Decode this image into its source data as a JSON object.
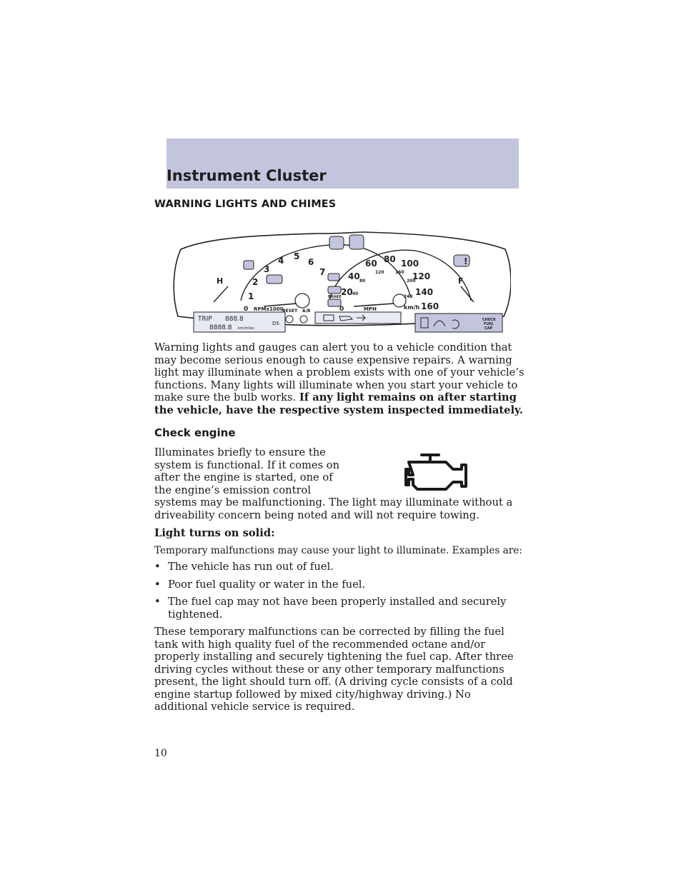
{
  "header": {
    "title": "Instrument Cluster"
  },
  "section": {
    "heading": "WARNING LIGHTS AND CHIMES"
  },
  "cluster": {
    "rpm_ticks": [
      "1",
      "2",
      "3",
      "4",
      "5",
      "6",
      "7"
    ],
    "rpm_label": "RPMx1000",
    "mph_ticks": [
      "20",
      "40",
      "60",
      "80",
      "100",
      "120",
      "140",
      "160"
    ],
    "mph_zero": "0",
    "rpm_zero": "0",
    "kmh_ticks": [
      "40",
      "80",
      "120",
      "160",
      "200",
      "240"
    ],
    "mph_label": "MPH",
    "kmh_label": "km/h",
    "temp_hot": "H",
    "fuel_full": "F",
    "trip_label": "TRIP",
    "trip_value": "888.8",
    "odometer": "8888.8",
    "odometer_unit": "km/miles",
    "gear_indicator": "DS",
    "reset_label": "RESET",
    "ab_label": "A/B",
    "brake_label": "BRAKE",
    "check_fuel_cap": [
      "CHECK",
      "FUEL",
      "CAP"
    ]
  },
  "intro": {
    "text": "Warning lights and gauges can alert you to a vehicle condition that may become serious enough to cause expensive repairs. A warning light may illuminate when a problem exists with one of your vehicle’s functions. Many lights will illuminate when you start your vehicle to make sure the bulb works. ",
    "emphasis": "If any light remains on after starting the vehicle, have the respective system inspected immediately."
  },
  "check_engine": {
    "heading": "Check engine",
    "lead": "Illuminates briefly to ensure the system is functional. If it comes on after the engine is started, one of the engine’s emission control",
    "rest": "systems may be malfunctioning. The light may illuminate without a driveability concern being noted and will not require towing.",
    "solid_label": "Light turns on solid:",
    "temp_intro": "Temporary malfunctions may cause your light to illuminate. Examples are:",
    "bullets": [
      "The vehicle has run out of fuel.",
      "Poor fuel quality or water in the fuel.",
      "The fuel cap may not have been properly installed and securely tightened."
    ],
    "bullet_glyph": "•",
    "closing": "These temporary malfunctions can be corrected by filling the fuel tank with high quality fuel of the recommended octane and/or properly installing and securely tightening the fuel cap. After three driving cycles without these or any other temporary malfunctions present, the light should turn off. (A driving cycle consists of a cold engine startup followed by mixed city/highway driving.) No additional vehicle service is required."
  },
  "page": {
    "number": "10"
  }
}
